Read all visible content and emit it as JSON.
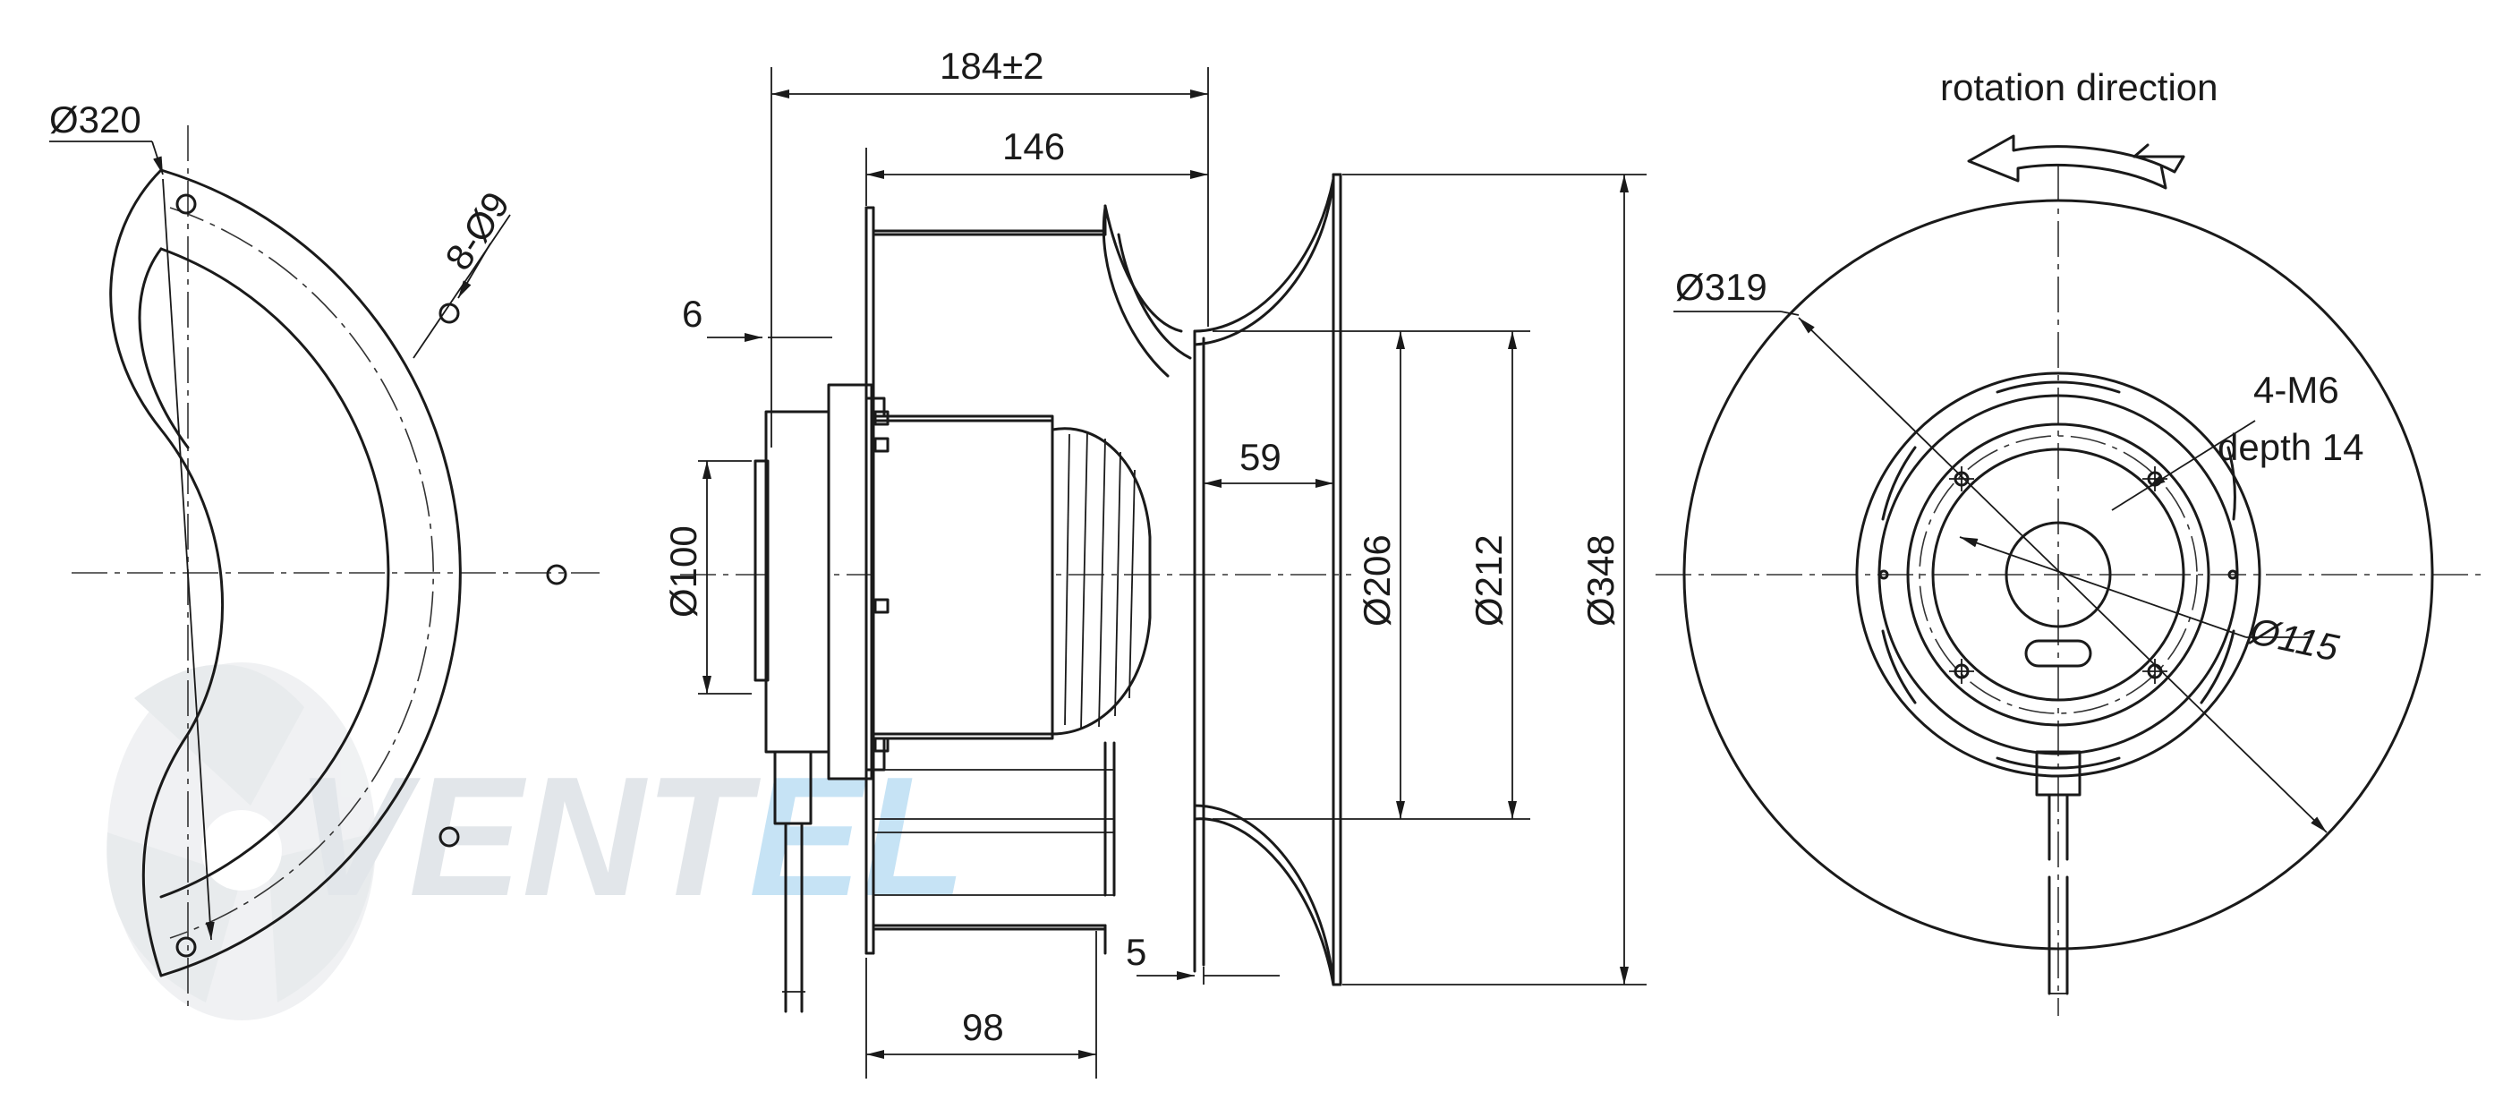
{
  "watermark": {
    "text_main": "VENT",
    "text_accent": "EL",
    "color_main": "#e2e6ea",
    "color_accent": "#c6e3f5"
  },
  "rotation": {
    "label": "rotation direction"
  },
  "dimensions": {
    "d320": "Ø320",
    "holes": "8-Ø9",
    "len184": "184±2",
    "len146": "146",
    "len6": "6",
    "len59": "59",
    "d100": "Ø100",
    "d206": "Ø206",
    "d212": "Ø212",
    "d348": "Ø348",
    "len5": "5",
    "len98": "98",
    "d319": "Ø319",
    "m6": "4-M6",
    "depth": "depth 14",
    "d115": "Ø115"
  },
  "colors": {
    "line": "#1a1a1a"
  }
}
